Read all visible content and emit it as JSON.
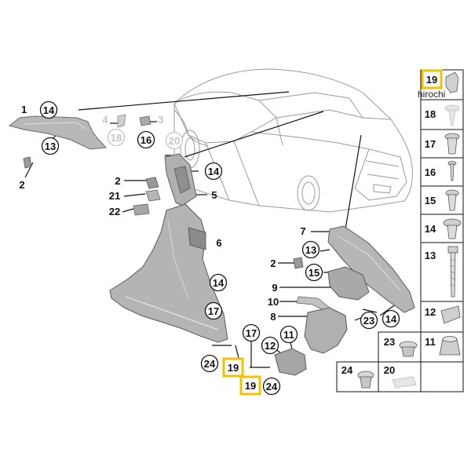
{
  "watermark": "hirochi",
  "colors": {
    "highlight": "#f2c200",
    "part_fill": "#b8b8b8",
    "part_dark": "#8c8c8c",
    "line": "#222222",
    "faded": "#c4c4c4"
  },
  "callouts": {
    "c1": "1",
    "c14a": "14",
    "c13a": "13",
    "c2a": "2",
    "c4": "4",
    "c3": "3",
    "c18": "18",
    "c16": "16",
    "c20": "20",
    "c14b": "14",
    "c2b": "2",
    "c21": "21",
    "c22": "22",
    "c5": "5",
    "c6": "6",
    "c14c": "14",
    "c17a": "17",
    "c24a": "24",
    "c19a": "19",
    "c19b": "19",
    "c24b": "24",
    "c17b": "17",
    "c12a": "12",
    "c11a": "11",
    "c7": "7",
    "c13b": "13",
    "c2c": "2",
    "c15": "15",
    "c9": "9",
    "c10": "10",
    "c8": "8",
    "c23": "23",
    "c14d": "14"
  },
  "side_panel": {
    "items": [
      {
        "num": "19",
        "highlighted": true,
        "faded": false,
        "icon": "clip-icon"
      },
      {
        "num": "18",
        "highlighted": false,
        "faded": true,
        "icon": "screw-icon"
      },
      {
        "num": "17",
        "highlighted": false,
        "faded": false,
        "icon": "expanding-rivet-icon"
      },
      {
        "num": "16",
        "highlighted": false,
        "faded": false,
        "icon": "pin-icon"
      },
      {
        "num": "15",
        "highlighted": false,
        "faded": false,
        "icon": "rivet-icon"
      },
      {
        "num": "14",
        "highlighted": false,
        "faded": false,
        "icon": "clip-icon"
      },
      {
        "num": "13",
        "highlighted": false,
        "faded": false,
        "icon": "bolt-icon"
      },
      {
        "num": "12",
        "highlighted": false,
        "faded": false,
        "icon": "bracket-icon"
      },
      {
        "num": "23",
        "highlighted": false,
        "faded": false,
        "icon": "nut-icon"
      },
      {
        "num": "11",
        "highlighted": false,
        "faded": false,
        "icon": "nut-icon"
      },
      {
        "num": "24",
        "highlighted": false,
        "faded": false,
        "icon": "grommet-icon"
      },
      {
        "num": "20",
        "highlighted": false,
        "faded": true,
        "icon": "clip-icon"
      }
    ]
  }
}
